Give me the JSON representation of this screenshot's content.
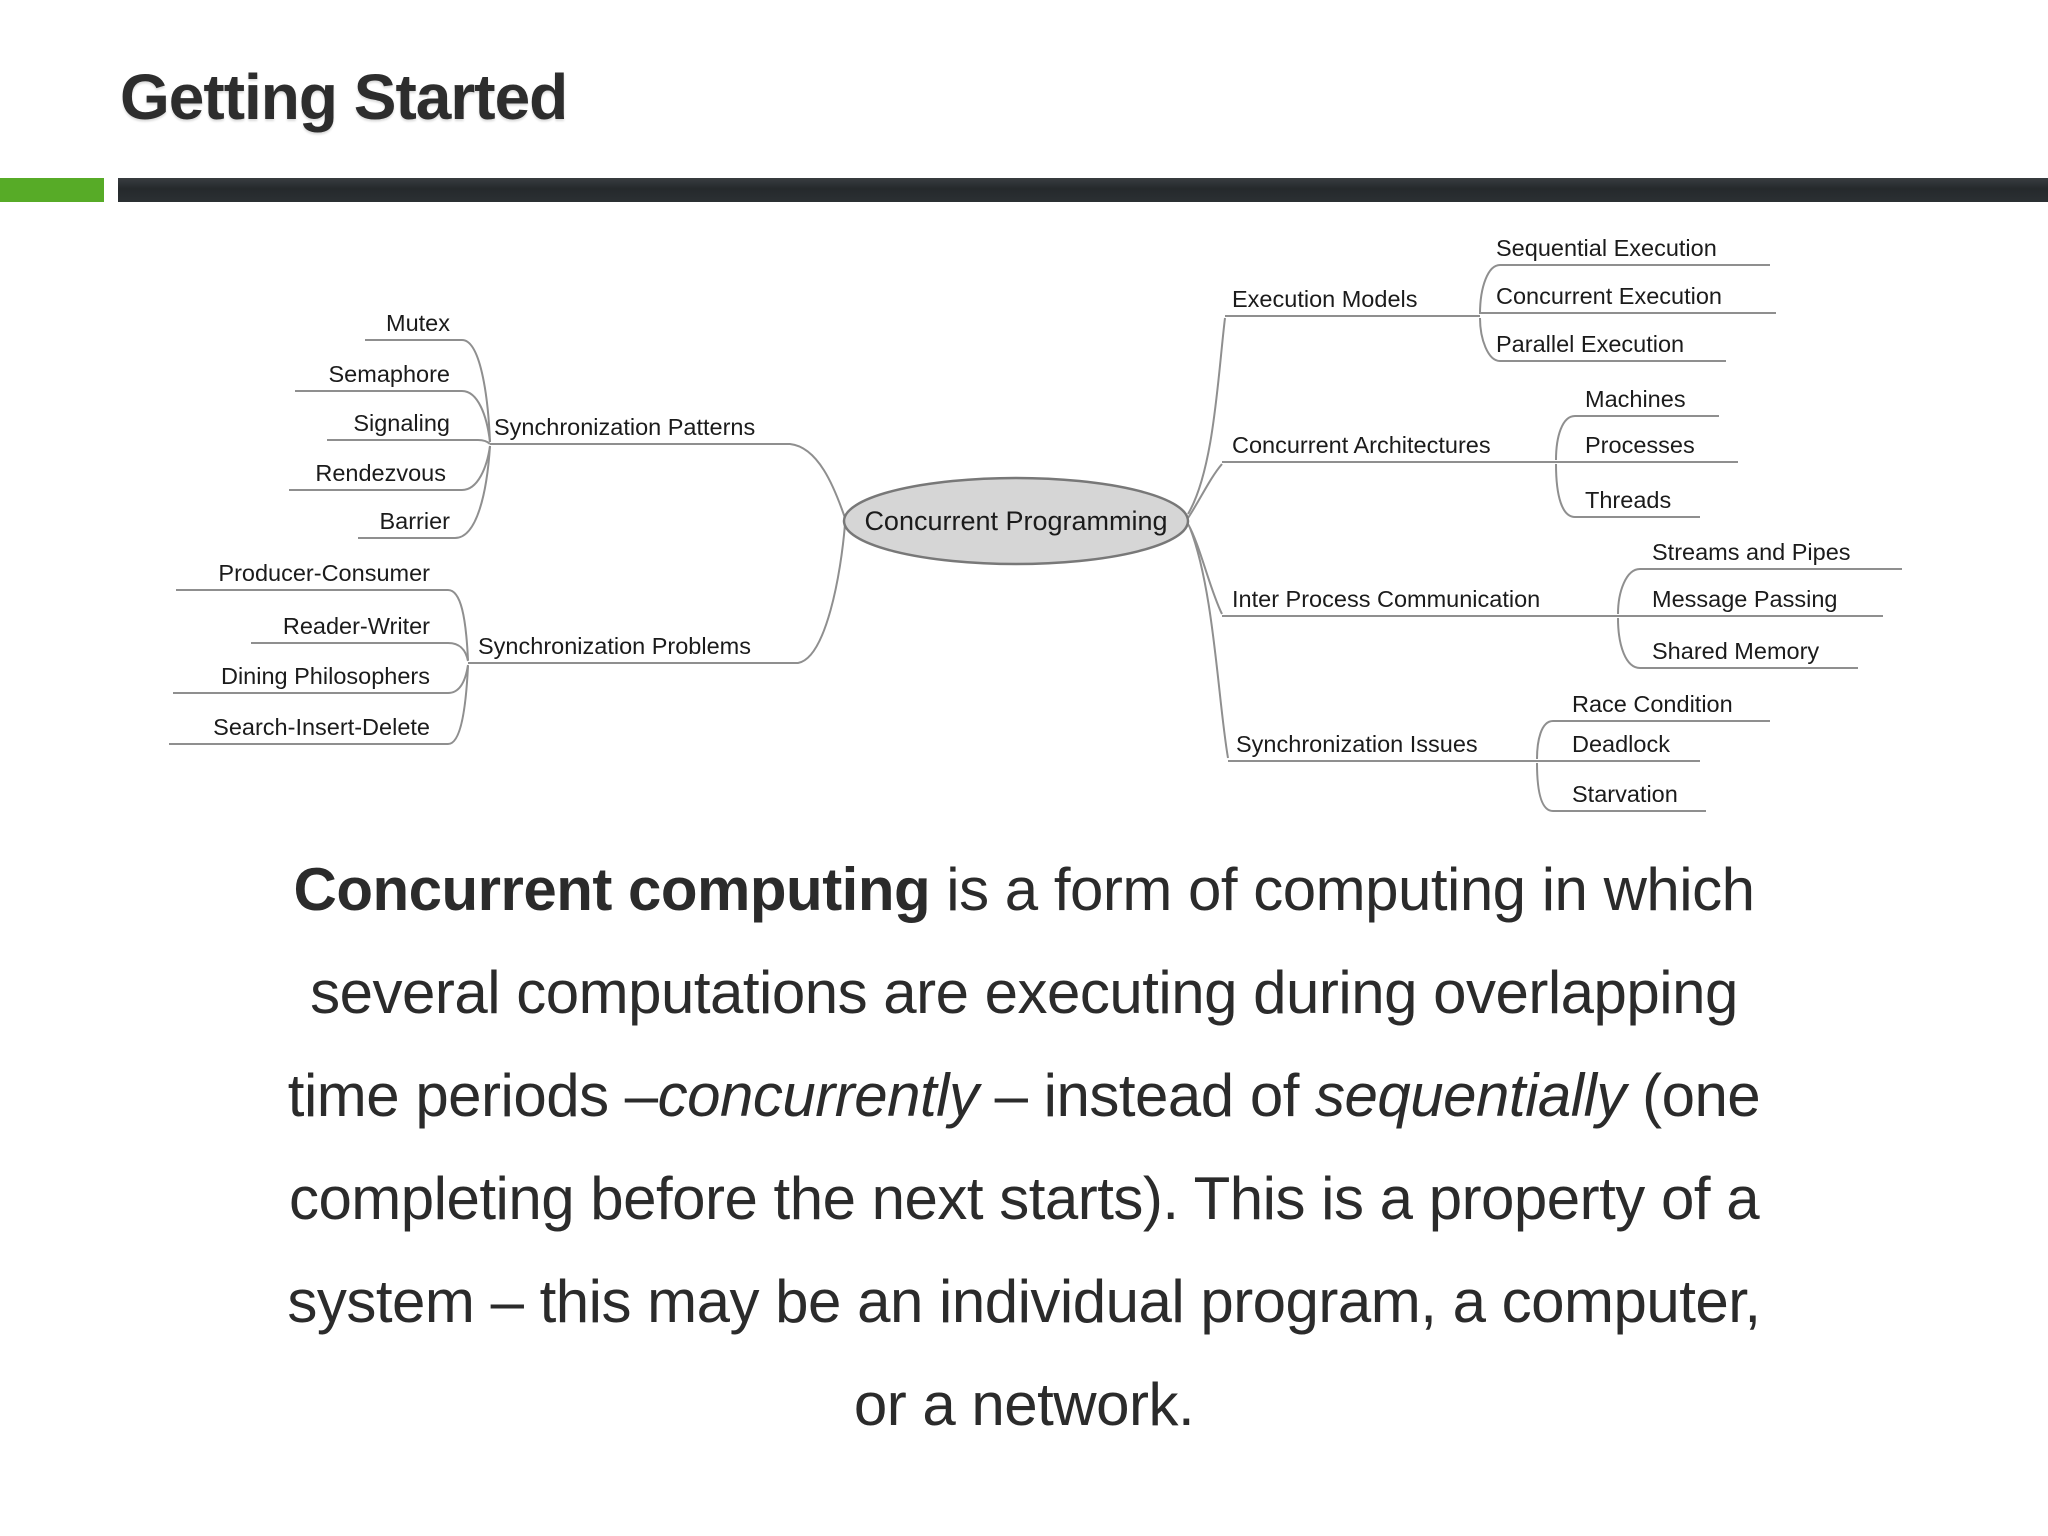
{
  "slide": {
    "title": "Getting Started"
  },
  "accent_bar": {
    "green_color": "#57ab27",
    "dark_color": "#282c2f"
  },
  "mindmap": {
    "center": "Concurrent Programming",
    "center_text_color": "#2f8f1d",
    "ellipse_fill": "#d6d6d6",
    "line_color": "#8f8f8f",
    "groups": [
      {
        "label": "Synchronization Patterns",
        "children": [
          "Mutex",
          "Semaphore",
          "Signaling",
          "Rendezvous",
          "Barrier"
        ]
      },
      {
        "label": "Synchronization Problems",
        "children": [
          "Producer-Consumer",
          "Reader-Writer",
          "Dining Philosophers",
          "Search-Insert-Delete"
        ]
      },
      {
        "label": "Execution Models",
        "children": [
          "Sequential Execution",
          "Concurrent Execution",
          "Parallel Execution"
        ]
      },
      {
        "label": "Concurrent Architectures",
        "children": [
          "Machines",
          "Processes",
          "Threads"
        ]
      },
      {
        "label": "Inter Process Communication",
        "children": [
          "Streams and Pipes",
          "Message Passing",
          "Shared Memory"
        ]
      },
      {
        "label": "Synchronization Issues",
        "children": [
          "Race Condition",
          "Deadlock",
          "Starvation"
        ]
      }
    ]
  },
  "paragraph": {
    "lines": [
      {
        "segments": [
          {
            "t": "Concurrent computing"
          },
          {
            "t": " is a form of computing in which"
          }
        ]
      },
      {
        "segments": [
          {
            "t": "several computations are executing during overlapping"
          }
        ]
      },
      {
        "segments": [
          {
            "t": "time periods –"
          },
          {
            "t": "concurrently"
          },
          {
            "t": " – instead of "
          },
          {
            "t": "sequentially"
          },
          {
            "t": " (one"
          }
        ]
      },
      {
        "segments": [
          {
            "t": "completing before the next starts). This is a property of a"
          }
        ]
      },
      {
        "segments": [
          {
            "t": "system – this may be an individual program, a computer,"
          }
        ]
      },
      {
        "segments": [
          {
            "t": "or a network."
          }
        ]
      }
    ]
  }
}
